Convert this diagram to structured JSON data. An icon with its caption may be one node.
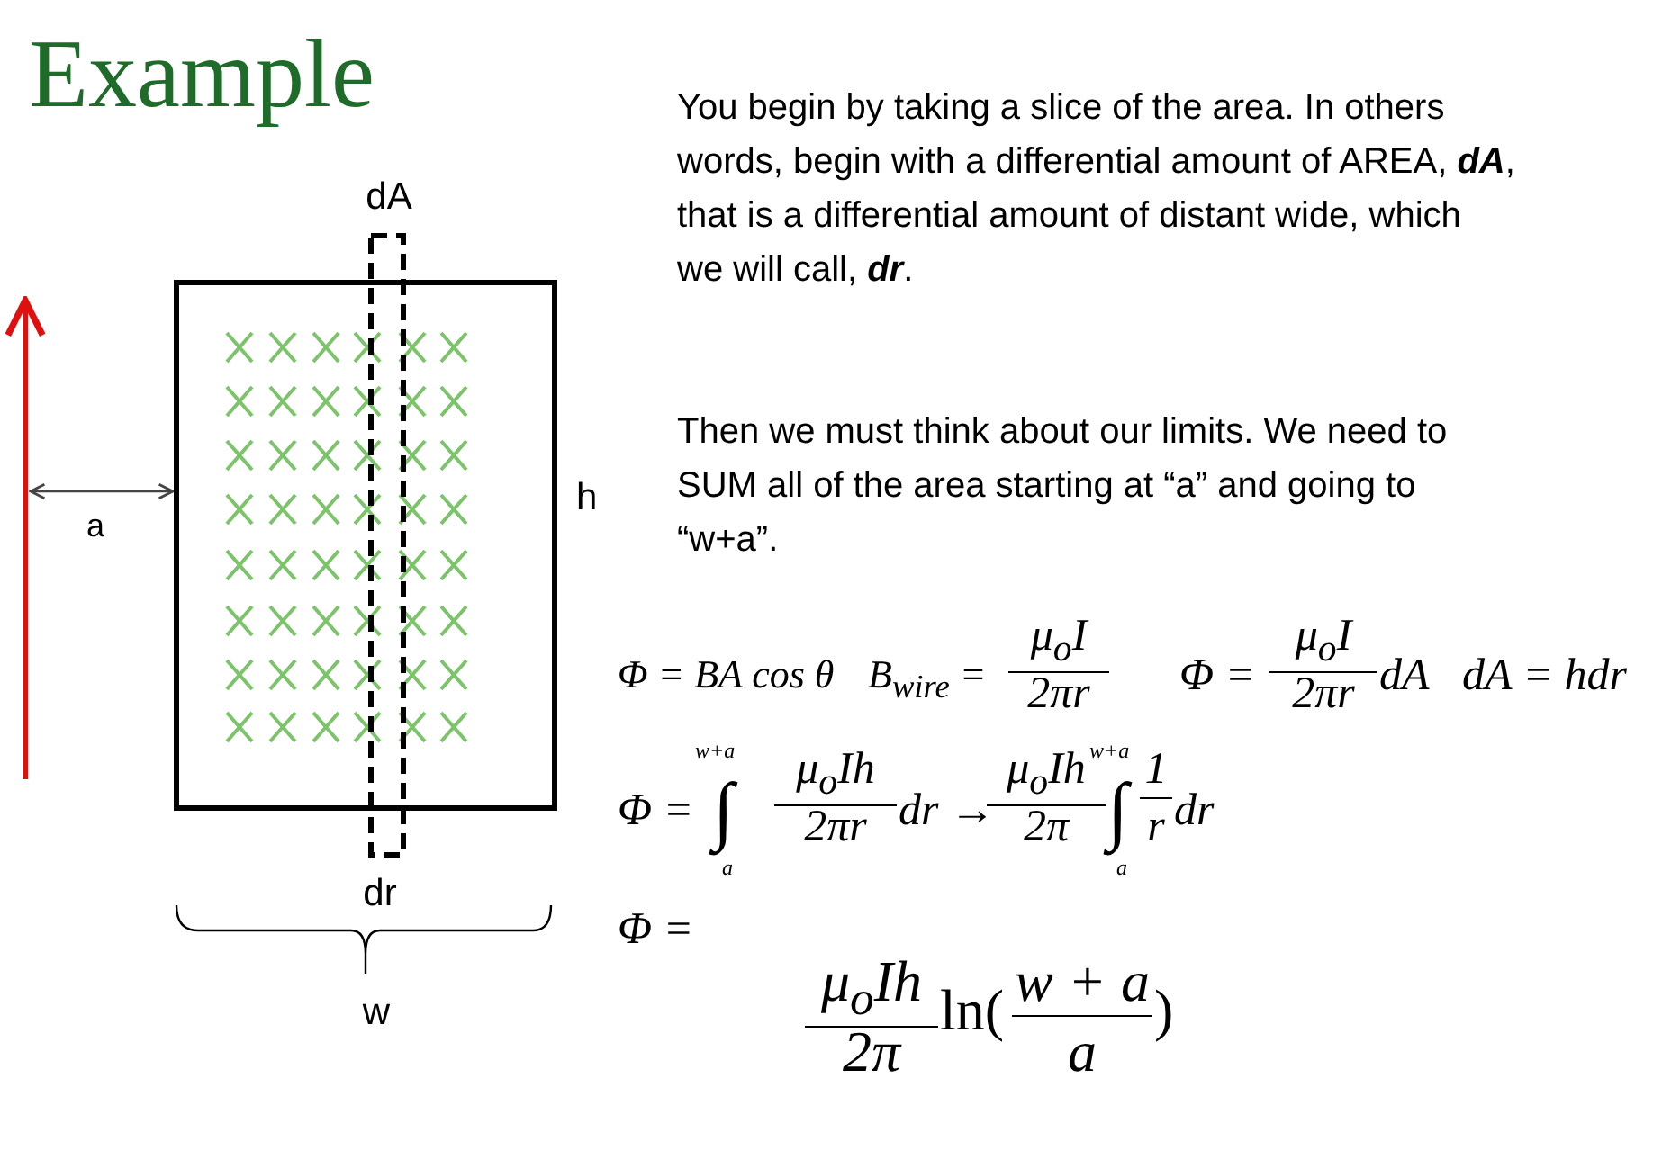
{
  "diagram": {
    "title": "Example",
    "labels": [
      "dA",
      "h",
      "a",
      "dr",
      "w",
      "You begin by taking a slice of the area. In others words, begin with a differential amount of AREA, **dA**, that is a differential amount of distant wide, which we will call, **dr**.",
      "Then we must think about our limits. We need to SUM all of the area starting at “a” and going to “w+a”.",
      "Φ = BA cos θ",
      "B$_{wire}$ =",
      "μ$_{o}$I",
      "2πr",
      "Φ =",
      "μ$_{o}$I",
      "2πr",
      "dA",
      "dA = hdr",
      "Φ =",
      "w+a",
      "∫",
      "a",
      "μ$_{o}$Ih",
      "2πr",
      "dr →",
      "μ$_{o}$Ih",
      "2π",
      "w+a",
      "∫",
      "a",
      "1",
      "r",
      "dr",
      "Φ =",
      "μ$_{o}$Ih",
      "2π",
      "ln(",
      "w + a",
      "a",
      ")"
    ]
  }
}
